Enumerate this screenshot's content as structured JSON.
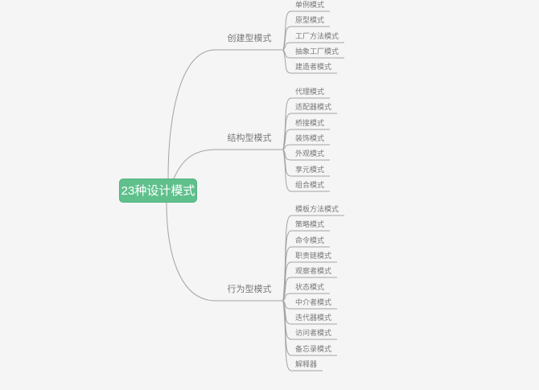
{
  "root": {
    "label": "23种设计模式",
    "background_color": "#5fc08c",
    "text_color": "#ffffff"
  },
  "branches": [
    {
      "label": "创建型模式",
      "children": [
        "单例模式",
        "原型模式",
        "工厂方法模式",
        "抽象工厂模式",
        "建造者模式"
      ]
    },
    {
      "label": "结构型模式",
      "children": [
        "代理模式",
        "适配器模式",
        "桥接模式",
        "装饰模式",
        "外观模式",
        "享元模式",
        "组合模式"
      ]
    },
    {
      "label": "行为型模式",
      "children": [
        "模板方法模式",
        "策略模式",
        "命令模式",
        "职责链模式",
        "观察者模式",
        "状态模式",
        "中介者模式",
        "迭代器模式",
        "访问者模式",
        "备忘录模式",
        "解释器"
      ]
    }
  ],
  "colors": {
    "background": "#f5f5f5",
    "line": "#a3a3a3",
    "branch_text": "#787878",
    "leaf_text": "#787878"
  }
}
